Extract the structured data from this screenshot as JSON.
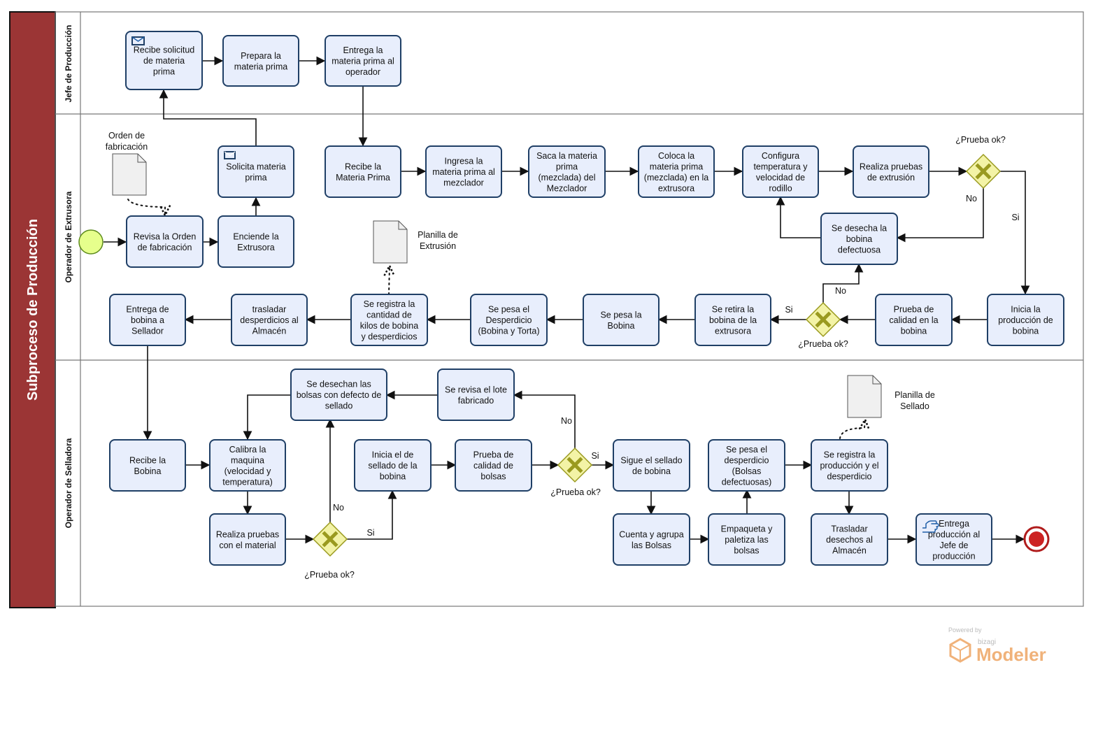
{
  "pool": {
    "title": "Subproceso de Producción",
    "color": "#9b3535"
  },
  "lanes": [
    {
      "id": "jefe",
      "title": "Jefe de Producción"
    },
    {
      "id": "extrusora",
      "title": "Operador de Extrusora"
    },
    {
      "id": "selladora",
      "title": "Operador de Selladora"
    }
  ],
  "colors": {
    "task_fill": "#e8eefc",
    "task_stroke": "#1f3f66",
    "gateway_fill": "#f3f3a6",
    "gateway_stroke": "#9a9a1f",
    "start_fill": "#e6ff8c",
    "end_fill": "#cc2222"
  },
  "tasks": [
    {
      "id": "t_recibe_solicitud",
      "lines": [
        "Recibe solicitud",
        "de materia",
        "prima"
      ],
      "icon": "envelope-icon"
    },
    {
      "id": "t_prepara",
      "lines": [
        "Prepara la",
        "materia prima"
      ]
    },
    {
      "id": "t_entrega_mp",
      "lines": [
        "Entrega la",
        "materia prima al",
        "operador"
      ]
    },
    {
      "id": "t_solicita",
      "lines": [
        "Solicita materia",
        "prima"
      ],
      "icon": "envelope-filled-icon"
    },
    {
      "id": "t_revisa_orden",
      "lines": [
        "Revisa la Orden",
        "de fabricación"
      ]
    },
    {
      "id": "t_enciende",
      "lines": [
        "Enciende la",
        "Extrusora"
      ]
    },
    {
      "id": "t_recibe_mp",
      "lines": [
        "Recibe la",
        "Materia Prima"
      ]
    },
    {
      "id": "t_ingresa",
      "lines": [
        "Ingresa la",
        "materia prima al",
        "mezclador"
      ]
    },
    {
      "id": "t_saca",
      "lines": [
        "Saca la materia",
        "prima",
        "(mezclada) del",
        "Mezclador"
      ]
    },
    {
      "id": "t_coloca",
      "lines": [
        "Coloca la",
        "materia prima",
        "(mezclada) en la",
        "extrusora"
      ]
    },
    {
      "id": "t_configura",
      "lines": [
        "Configura",
        "temperatura y",
        "velocidad de",
        "rodillo"
      ]
    },
    {
      "id": "t_pruebas_ext",
      "lines": [
        "Realiza pruebas",
        "de extrusión"
      ]
    },
    {
      "id": "t_desecha_bobina",
      "lines": [
        "Se desecha la",
        "bobina",
        "defectuosa"
      ]
    },
    {
      "id": "t_inicia_bobina",
      "lines": [
        "Inicia la",
        "producción de",
        "bobina"
      ]
    },
    {
      "id": "t_prueba_calidad_bobina",
      "lines": [
        "Prueba de",
        "calidad en la",
        "bobina"
      ]
    },
    {
      "id": "t_retira",
      "lines": [
        "Se retira la",
        "bobina de la",
        "extrusora"
      ]
    },
    {
      "id": "t_pesa_bobina",
      "lines": [
        "Se pesa la",
        "Bobina"
      ]
    },
    {
      "id": "t_pesa_desperdicio",
      "lines": [
        "Se pesa el",
        "Desperdicio",
        "(Bobina y Torta)"
      ]
    },
    {
      "id": "t_registra_kilos",
      "lines": [
        "Se registra la",
        "cantidad de",
        "kilos de bobina",
        "y desperdicios"
      ]
    },
    {
      "id": "t_trasladar_desp",
      "lines": [
        "trasladar",
        "desperdicios al",
        "Almacén"
      ]
    },
    {
      "id": "t_entrega_bobina",
      "lines": [
        "Entrega de",
        "bobina a",
        "Sellador"
      ]
    },
    {
      "id": "t_recibe_bobina",
      "lines": [
        "Recibe la",
        "Bobina"
      ]
    },
    {
      "id": "t_calibra",
      "lines": [
        "Calibra la",
        "maquina",
        "(velocidad y",
        "temperatura)"
      ]
    },
    {
      "id": "t_pruebas_material",
      "lines": [
        "Realiza pruebas",
        "con el material"
      ]
    },
    {
      "id": "t_desechan_bolsas",
      "lines": [
        "Se desechan las",
        "bolsas con defecto de",
        "sellado"
      ]
    },
    {
      "id": "t_revisa_lote",
      "lines": [
        "Se revisa el lote",
        "fabricado"
      ]
    },
    {
      "id": "t_inicia_sellado",
      "lines": [
        "Inicia el de",
        "sellado de la",
        "bobina"
      ]
    },
    {
      "id": "t_prueba_bolsas",
      "lines": [
        "Prueba de",
        "calidad de",
        "bolsas"
      ]
    },
    {
      "id": "t_sigue_sellado",
      "lines": [
        "Sigue el sellado",
        "de bobina"
      ]
    },
    {
      "id": "t_cuenta",
      "lines": [
        "Cuenta y agrupa",
        "las Bolsas"
      ]
    },
    {
      "id": "t_pesa_desp_bolsas",
      "lines": [
        "Se pesa el",
        "desperdicio",
        "(Bolsas",
        "defectuosas)"
      ]
    },
    {
      "id": "t_empaqueta",
      "lines": [
        "Empaqueta y",
        "paletiza las",
        "bolsas"
      ]
    },
    {
      "id": "t_registra_prod",
      "lines": [
        "Se registra la",
        "producción y el",
        "desperdicio"
      ]
    },
    {
      "id": "t_trasladar_desechos",
      "lines": [
        "Trasladar",
        "desechos al",
        "Almacén"
      ]
    },
    {
      "id": "t_entrega_prod",
      "lines": [
        "Entrega",
        "producción al",
        "Jefe de",
        "producción"
      ],
      "icon": "hand-icon"
    }
  ],
  "documents": [
    {
      "id": "d_orden",
      "lines": [
        "Orden de",
        "fabricación"
      ]
    },
    {
      "id": "d_planilla_ext",
      "lines": [
        "Planilla de",
        "Extrusión"
      ]
    },
    {
      "id": "d_planilla_sel",
      "lines": [
        "Planilla de",
        "Sellado"
      ]
    }
  ],
  "gateways": [
    {
      "id": "g1",
      "label": "¿Prueba ok?"
    },
    {
      "id": "g2",
      "label": "¿Prueba ok?"
    },
    {
      "id": "g3",
      "label": "¿Prueba ok?"
    },
    {
      "id": "g4",
      "label": "¿Prueba ok?"
    }
  ],
  "flow_labels": {
    "yes": "Si",
    "no": "No"
  },
  "watermark": {
    "powered": "Powered by",
    "brand": "bizagi",
    "product": "Modeler",
    "color": "#f0b27a"
  }
}
